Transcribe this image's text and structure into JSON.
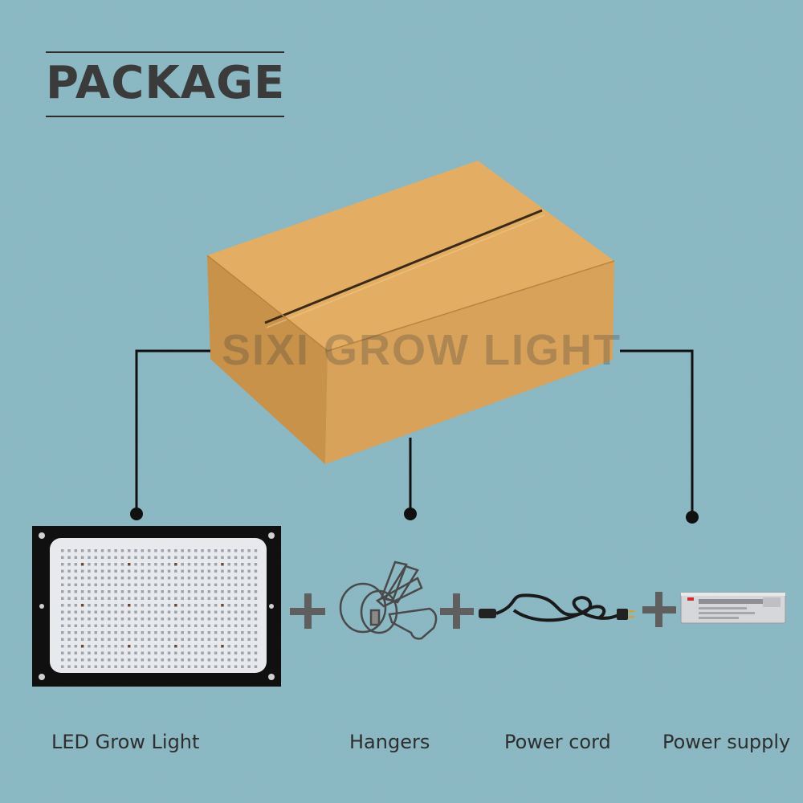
{
  "title": "PACKAGE",
  "watermark": "SIXI GROW LIGHT",
  "items": [
    {
      "label": "LED Grow Light",
      "icon": "led-panel-icon"
    },
    {
      "label": "Hangers",
      "icon": "hanger-icon"
    },
    {
      "label": "Power cord",
      "icon": "power-cord-icon"
    },
    {
      "label": "Power supply",
      "icon": "power-supply-icon"
    }
  ],
  "colors": {
    "background": "#86b5c1",
    "box": "#dca55b",
    "connector": "#111111",
    "plus": "#5f5f5f"
  }
}
